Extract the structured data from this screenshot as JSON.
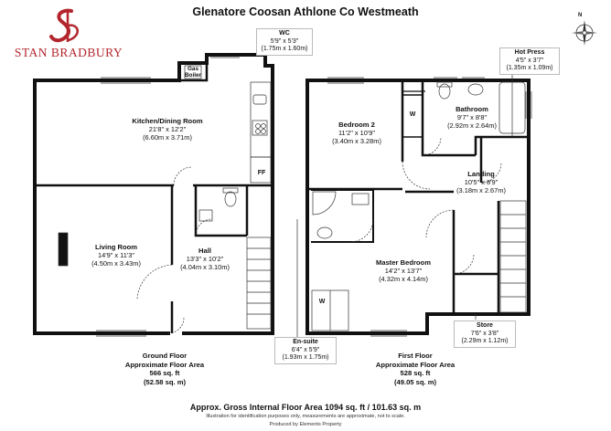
{
  "title": "Glenatore Coosan Athlone Co Westmeath",
  "logo": {
    "brand": "STAN BRADBURY",
    "monogram_color": "#b3262d"
  },
  "compass": {
    "north_label": "N"
  },
  "rooms": {
    "wc": {
      "name": "WC",
      "imperial": "5'9\" x 5'3\"",
      "metric": "(1.75m x 1.60m)"
    },
    "gas_boiler": {
      "name": "Gas Boiler"
    },
    "kitchen": {
      "name": "Kitchen/Dining Room",
      "imperial": "21'8\" x 12'2\"",
      "metric": "(6.60m x 3.71m)"
    },
    "ff": {
      "name": "FF"
    },
    "living": {
      "name": "Living Room",
      "imperial": "14'9\" x 11'3\"",
      "metric": "(4.50m x 3.43m)"
    },
    "hall": {
      "name": "Hall",
      "imperial": "13'3\" x 10'2\"",
      "metric": "(4.04m x 3.10m)"
    },
    "hot_press": {
      "name": "Hot Press",
      "imperial": "4'5\" x 3'7\"",
      "metric": "(1.35m x 1.09m)"
    },
    "bedroom2": {
      "name": "Bedroom 2",
      "imperial": "11'2\" x 10'9\"",
      "metric": "(3.40m x 3.28m)"
    },
    "w1": {
      "name": "W"
    },
    "bathroom": {
      "name": "Bathroom",
      "imperial": "9'7\" x 8'8\"",
      "metric": "(2.92m x 2.64m)"
    },
    "landing": {
      "name": "Landing",
      "imperial": "10'5\" x 8'9\"",
      "metric": "(3.18m x 2.67m)"
    },
    "master": {
      "name": "Master Bedroom",
      "imperial": "14'2\" x 13'7\"",
      "metric": "(4.32m x 4.14m)"
    },
    "w2": {
      "name": "W"
    },
    "ensuite": {
      "name": "En-suite",
      "imperial": "6'4\" x 5'9\"",
      "metric": "(1.93m x 1.75m)"
    },
    "store": {
      "name": "Store",
      "imperial": "7'6\" x 3'8\"",
      "metric": "(2.29m x 1.12m)"
    }
  },
  "ground_floor": {
    "name": "Ground Floor",
    "subtitle": "Approximate Floor Area",
    "sqft": "566 sq. ft",
    "sqm": "(52.58 sq. m)"
  },
  "first_floor": {
    "name": "First Floor",
    "subtitle": "Approximate Floor Area",
    "sqft": "528 sq. ft",
    "sqm": "(49.05 sq. m)"
  },
  "gross_area": "Approx. Gross Internal Floor Area 1094 sq. ft / 101.63 sq. m",
  "disclaimer": "Illustration for identification purposes only, measurements are approximate, not to scale.",
  "producer": "Produced by Elements Property"
}
